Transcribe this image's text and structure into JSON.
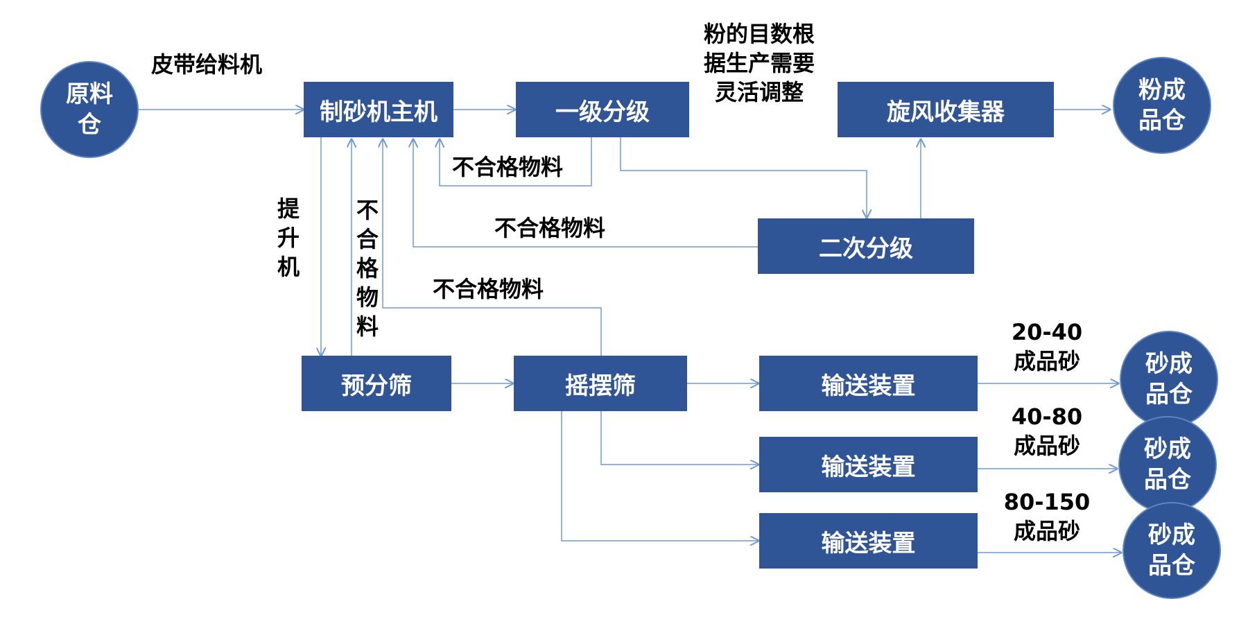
{
  "nodes": {
    "raw_bin": "原料仓",
    "sand_maker": "制砂机主机",
    "primary_grading": "一级分级",
    "cyclone_collector": "旋风收集器",
    "powder_bin": "粉成品仓",
    "secondary_grading": "二次分级",
    "pre_screen": "预分筛",
    "swing_screen": "摇摆筛",
    "conveyor_1": "输送装置",
    "conveyor_2": "输送装置",
    "conveyor_3": "输送装置",
    "sand_bin_1": "砂成品仓",
    "sand_bin_2": "砂成品仓",
    "sand_bin_3": "砂成品仓"
  },
  "labels": {
    "belt_feeder": "皮带给料机",
    "mesh_note": [
      "粉的目数根",
      "据生产需要",
      "灵活调整"
    ],
    "elevator": "提升机",
    "rejected_primary": "不合格物料",
    "rejected_secondary": "不合格物料",
    "rejected_swing": "不合格物料",
    "rejected_pre": "不合格物料",
    "sand_20_40": [
      "20-40",
      "成品砂"
    ],
    "sand_40_80": [
      "40-80",
      "成品砂"
    ],
    "sand_80_150": [
      "80-150",
      "成品砂"
    ]
  },
  "colors": {
    "node_fill": "#2f5597",
    "connector": "#6f9ad6"
  }
}
